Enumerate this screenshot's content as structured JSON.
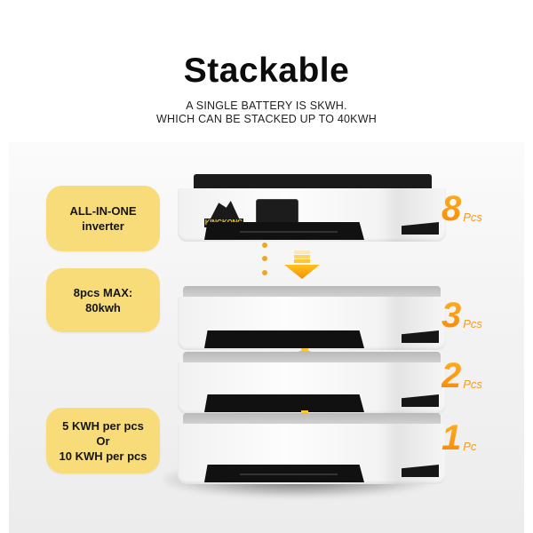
{
  "header": {
    "title": "Stackable",
    "subtitle_line1": "A SINGLE BATTERY IS SKWH.",
    "subtitle_line2": "WHICH CAN BE STACKED UP TO 40KWH"
  },
  "badges": [
    {
      "line1": "ALL-IN-ONE",
      "line2": "inverter"
    },
    {
      "line1": "8pcs MAX:",
      "line2": "80kwh"
    },
    {
      "line1": "5 KWH per pcs",
      "line2": "Or",
      "line3": "10 KWH per pcs"
    }
  ],
  "product": {
    "brand_logo": "KINGKONG",
    "units": [
      "inverter",
      "battery-3",
      "battery-2",
      "battery-1"
    ]
  },
  "counts": [
    {
      "num": "8",
      "unit": "Pcs"
    },
    {
      "num": "3",
      "unit": "Pcs"
    },
    {
      "num": "2",
      "unit": "Pcs"
    },
    {
      "num": "1",
      "unit": "Pc"
    }
  ],
  "colors": {
    "badge_bg": "#f7dc79",
    "accent_orange": "#f58a0b",
    "accent_yellow": "#ffc21a",
    "title_text": "#0c0c0c"
  }
}
